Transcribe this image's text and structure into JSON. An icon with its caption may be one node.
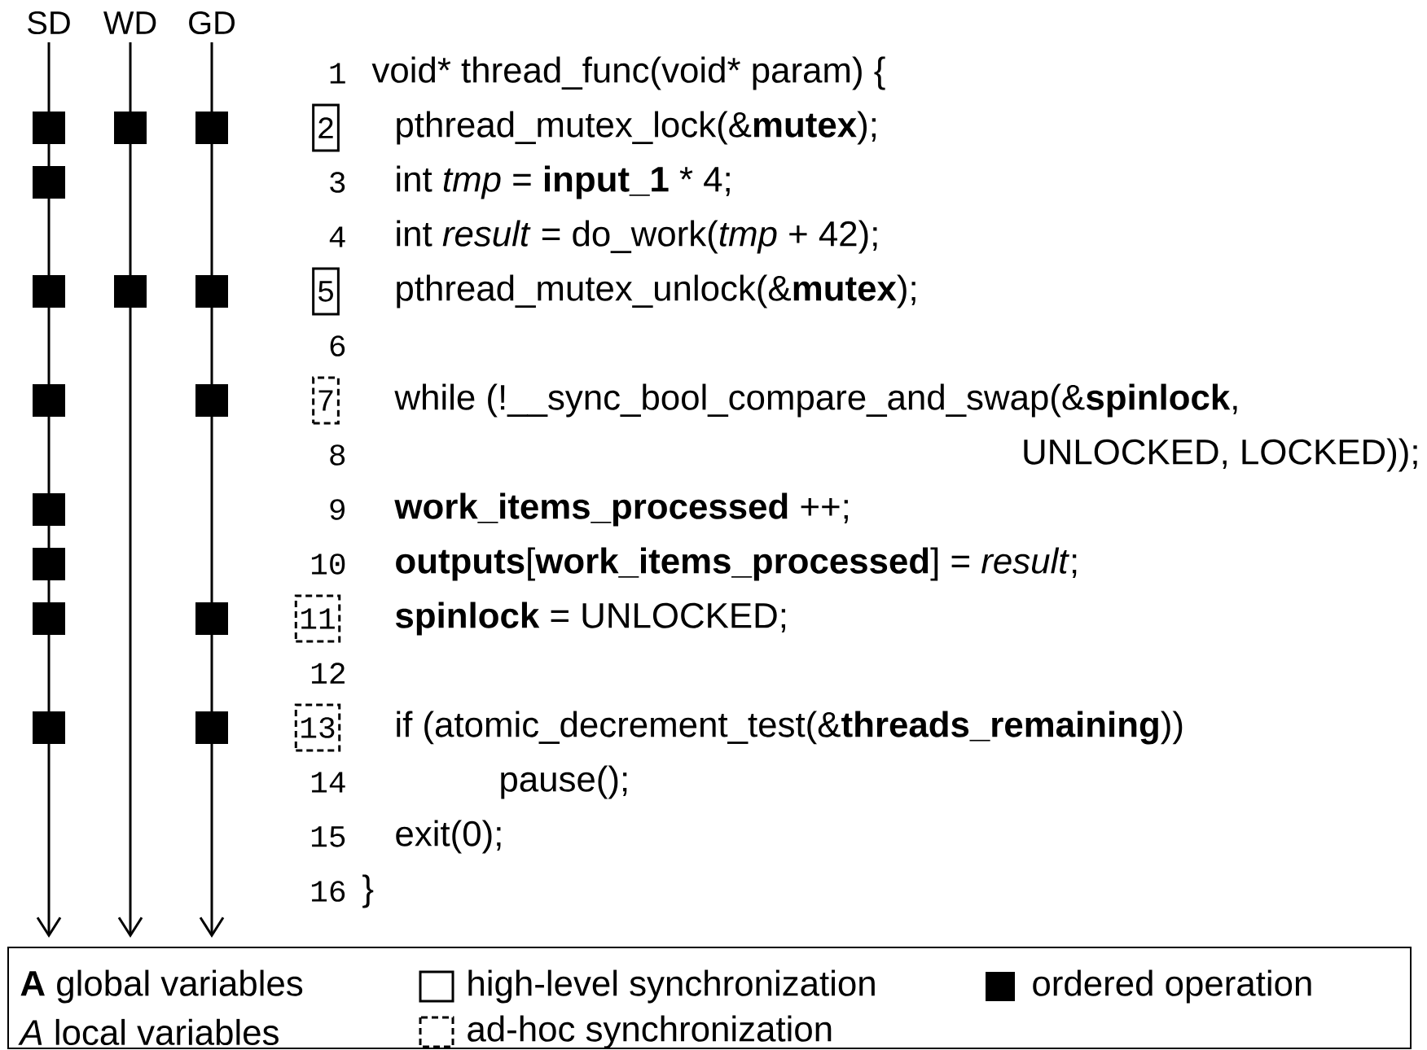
{
  "diagram": {
    "nodes": [
      {
        "text": [
          "2"
        ]
      },
      {
        "text": [
          "5"
        ]
      },
      {
        "text": [
          "7"
        ]
      },
      {
        "text": [
          "11"
        ]
      },
      {
        "text": [
          "13"
        ]
      },
      {
        "text": [],
        "shape": "box"
      },
      {
        "text": [],
        "shape": "box"
      },
      {
        "text": [],
        "shape": "box"
      },
      {
        "text": [],
        "shape": "box"
      },
      {
        "text": [],
        "shape": "box"
      },
      {
        "text": [],
        "shape": "box"
      },
      {
        "text": [],
        "shape": "box"
      },
      {
        "text": [],
        "shape": "box"
      },
      {
        "text": [],
        "shape": "box"
      },
      {
        "text": [],
        "shape": "box"
      },
      {
        "text": [],
        "shape": "box"
      },
      {
        "text": [],
        "shape": "box"
      },
      {
        "text": [],
        "shape": "box"
      },
      {
        "text": [],
        "shape": "box"
      },
      {
        "text": [],
        "shape": "box"
      }
    ],
    "labels": [
      "SD",
      "WD",
      "GD",
      "1",
      "void* thread_func(void* param) {",
      "pthread_mutex_lock(&**mutex**);",
      "3",
      "int *tmp* = **input_1** * 4;",
      "4",
      "int *result* = do_work(*tmp* + 42);",
      "pthread_mutex_unlock(&**mutex**);",
      "6",
      "while (!__sync_bool_compare_and_swap(&**spinlock**,",
      "8",
      "UNLOCKED, LOCKED));",
      "9",
      "**work_items_processed** ++;",
      "10",
      "**outputs**[**work_items_processed**] = *result*;",
      "**spinlock** = UNLOCKED;",
      "12",
      "if (atomic_decrement_test(&**threads_remaining**))",
      "14",
      "pause();",
      "15",
      "exit(0);",
      "16",
      "}"
    ],
    "legend": [
      {
        "text": "**A** global variables"
      },
      {
        "text": "high-level synchronization"
      },
      {
        "text": "ordered operation",
        "color": "#000000"
      },
      {
        "text": "*A* local variables"
      },
      {
        "text": "ad-hoc synchronization"
      }
    ]
  }
}
